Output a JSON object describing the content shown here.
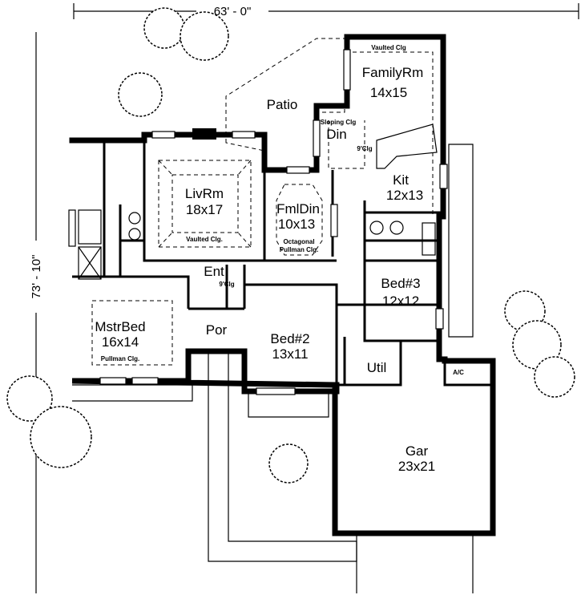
{
  "dimensions": {
    "width": "63' - 0\"",
    "depth": "73' - 10\""
  },
  "rooms": {
    "patio": {
      "name": "Patio"
    },
    "family": {
      "name": "FamilyRm",
      "size": "14x15",
      "note": "Vaulted Clg"
    },
    "dining": {
      "name": "Din",
      "note": "Sloping Clg",
      "note2": "9'Clg"
    },
    "kitchen": {
      "name": "Kit",
      "size": "12x13"
    },
    "living": {
      "name": "LivRm",
      "size": "18x17",
      "note": "Vaulted Clg."
    },
    "formal_dining": {
      "name": "FmlDin",
      "size": "10x13",
      "note": "Octagonal",
      "note2": "Pullman Clg."
    },
    "entry": {
      "name": "Ent",
      "note": "9'Clg"
    },
    "master": {
      "name": "MstrBed",
      "size": "16x14",
      "note": "Pullman Clg."
    },
    "porch": {
      "name": "Por"
    },
    "bed2": {
      "name": "Bed#2",
      "size": "13x11"
    },
    "bed3": {
      "name": "Bed#3",
      "size": "12x12"
    },
    "utility": {
      "name": "Util"
    },
    "ac": {
      "name": "A/C"
    },
    "garage": {
      "name": "Gar",
      "size": "23x21"
    }
  }
}
